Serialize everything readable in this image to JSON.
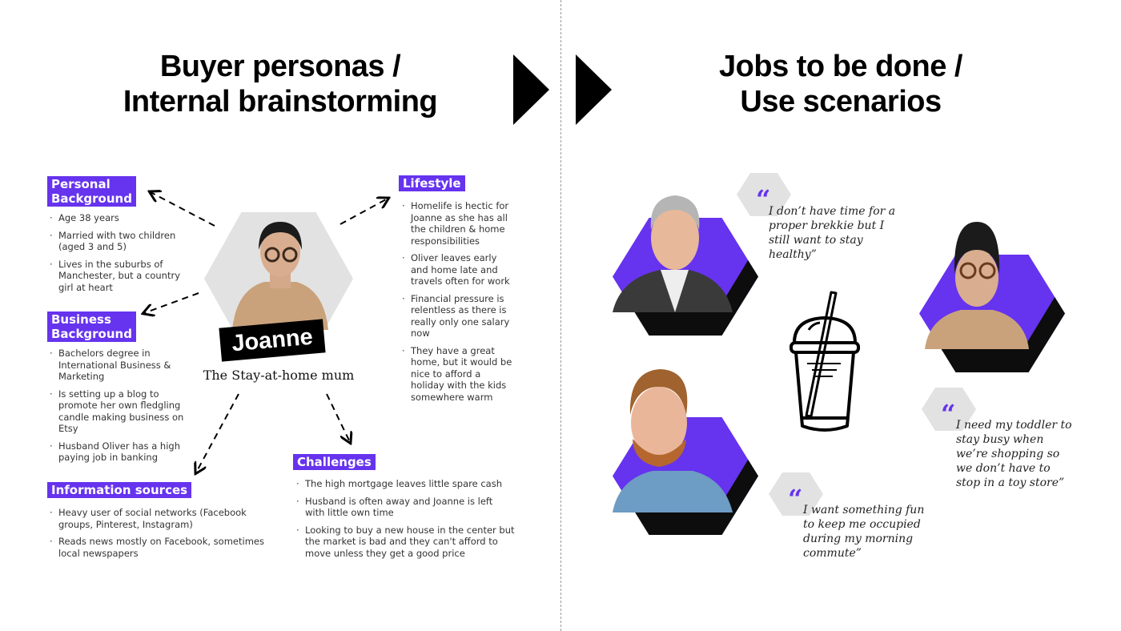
{
  "left": {
    "title_line1": "Buyer personas /",
    "title_line2": "Internal brainstorming",
    "persona": {
      "name": "Joanne",
      "subtitle": "The Stay-at-home mum"
    },
    "personal_background": {
      "label_line1": "Personal",
      "label_line2": "Background",
      "items": [
        "Age 38 years",
        "Married with two children (aged 3 and 5)",
        "Lives in the suburbs of Manchester, but a country girl at heart"
      ]
    },
    "business_background": {
      "label_line1": "Business",
      "label_line2": "Background",
      "items": [
        "Bachelors degree in International Business & Marketing",
        "Is setting up a blog to promote her own fledgling candle making business on Etsy",
        "Husband Oliver has a high paying job in banking"
      ]
    },
    "information_sources": {
      "label": "Information sources",
      "items": [
        "Heavy user of social networks (Facebook groups, Pinterest, Instagram)",
        "Reads news mostly on Facebook, sometimes local newspapers"
      ]
    },
    "lifestyle": {
      "label": "Lifestyle",
      "items": [
        "Homelife is hectic for Joanne as she has all the children & home responsibilities",
        "Oliver leaves early and home late and travels often for work",
        "Financial pressure is relentless as there is really only one salary now",
        "They have a great home, but it would be nice to afford a holiday with the kids somewhere warm"
      ]
    },
    "challenges": {
      "label": "Challenges",
      "items": [
        "The high mortgage leaves little spare cash",
        "Husband is often away and Joanne is left with little own time",
        "Looking to buy a new house in the center but the market is bad and they can't afford to move unless they get a good price"
      ]
    }
  },
  "right": {
    "title_line1": "Jobs to be done /",
    "title_line2": "Use scenarios",
    "quotes": [
      {
        "mark": "“",
        "text": "I don’t have time for a proper brekkie but I still want to stay healthy”"
      },
      {
        "mark": "“",
        "text": "I need my toddler to stay busy when we’re shopping so we don’t have to stop in a toy store”"
      },
      {
        "mark": "“",
        "text": "I want something fun to keep me occupied during my morning commute”"
      }
    ]
  },
  "colors": {
    "accent": "#6633ee",
    "dark": "#0d0d0d",
    "hex_gray": "#e2e2e2"
  }
}
